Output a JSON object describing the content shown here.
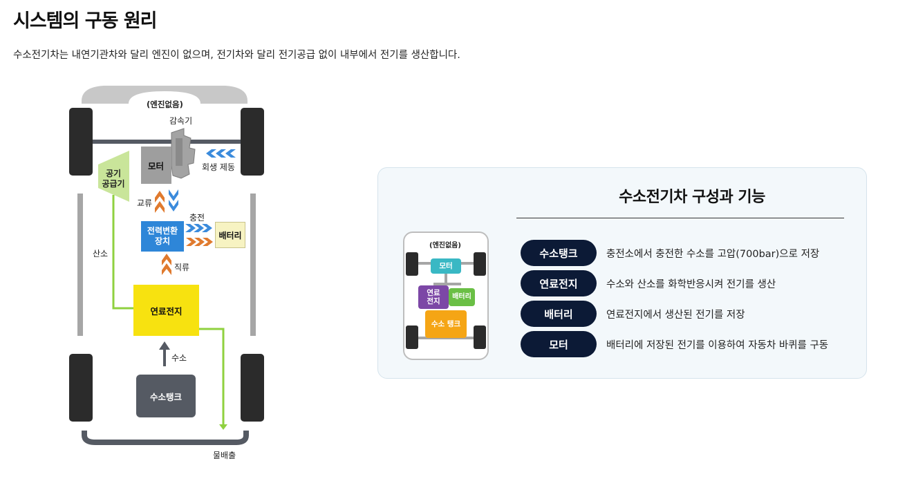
{
  "page": {
    "title": "시스템의 구동 원리",
    "description": "수소전기차는 내연기관차와 달리 엔진이 없으며, 전기차와 달리 전기공급 없이 내부에서 전기를 생산합니다."
  },
  "diagram": {
    "no_engine": "(엔진없음)",
    "reducer": "감속기",
    "motor": "모터",
    "regen_braking": "회생 제동",
    "air_supply": "공기\n공급기",
    "ac": "교류",
    "charge": "충전",
    "power_converter": "전력변환\n장치",
    "battery": "배터리",
    "oxygen": "산소",
    "dc": "직류",
    "fuel_cell": "연료전지",
    "hydrogen": "수소",
    "hydrogen_tank": "수소탱크",
    "water_out": "물배출"
  },
  "panel": {
    "title": "수소전기차 구성과 기능",
    "mini": {
      "no_engine": "(엔진없음)",
      "motor": "모터",
      "fuel_cell": "연료\n전지",
      "battery": "배터리",
      "tank": "수소 탱크"
    },
    "rows": [
      {
        "label": "수소탱크",
        "desc": "충전소에서 충전한 수소를 고압(700bar)으로 저장"
      },
      {
        "label": "연료전지",
        "desc": "수소와 산소를 화학반응시켜 전기를 생산"
      },
      {
        "label": "배터리",
        "desc": "연료전지에서 생산된 전기를 저장"
      },
      {
        "label": "모터",
        "desc": "배터리에 저장된 전기를 이용하여 자동차 바퀴를 구동"
      }
    ]
  },
  "colors": {
    "motor": "#9e9e9e",
    "converter": "#2e86d8",
    "battery_light": "#f7f3c2",
    "air_supply": "#c9e59a",
    "fuel_cell": "#f7e210",
    "tank": "#555a63",
    "flow_green": "#8fd13f",
    "arrow_orange": "#e07a2e",
    "arrow_blue": "#3b8bdc",
    "pill": "#0c1a36",
    "mini_motor": "#39b8c4",
    "mini_fuel_cell": "#7c47a6",
    "mini_battery": "#6abf45",
    "mini_tank": "#f5a515"
  }
}
